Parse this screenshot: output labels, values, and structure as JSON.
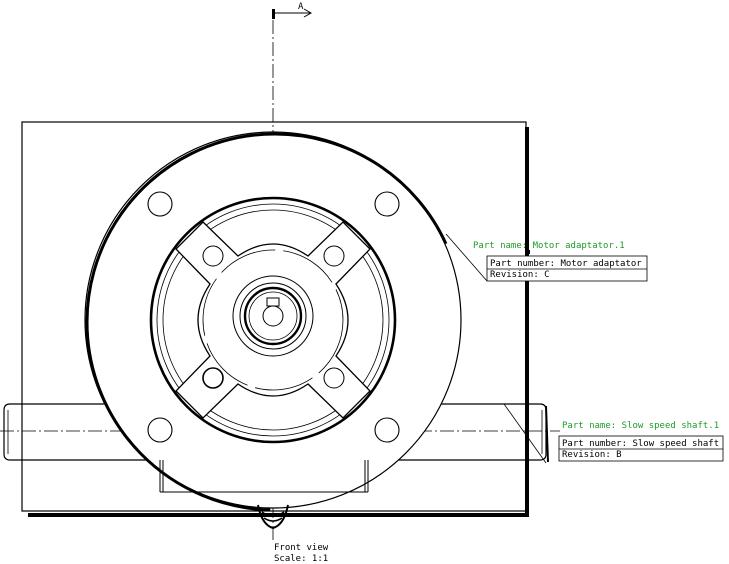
{
  "section_marker": {
    "label": "A"
  },
  "view": {
    "name": "Front view",
    "scale": "Scale:  1:1"
  },
  "annotations": [
    {
      "part_name": "Part name: Motor adaptator.1",
      "part_number": "Part number: Motor adaptator",
      "revision": "Revision: C"
    },
    {
      "part_name": "Part name: Slow speed shaft.1",
      "part_number": "Part number: Slow speed shaft",
      "revision": "Revision: B"
    }
  ],
  "colors": {
    "annotation_green": "#1f9b2a",
    "line": "#000000"
  }
}
